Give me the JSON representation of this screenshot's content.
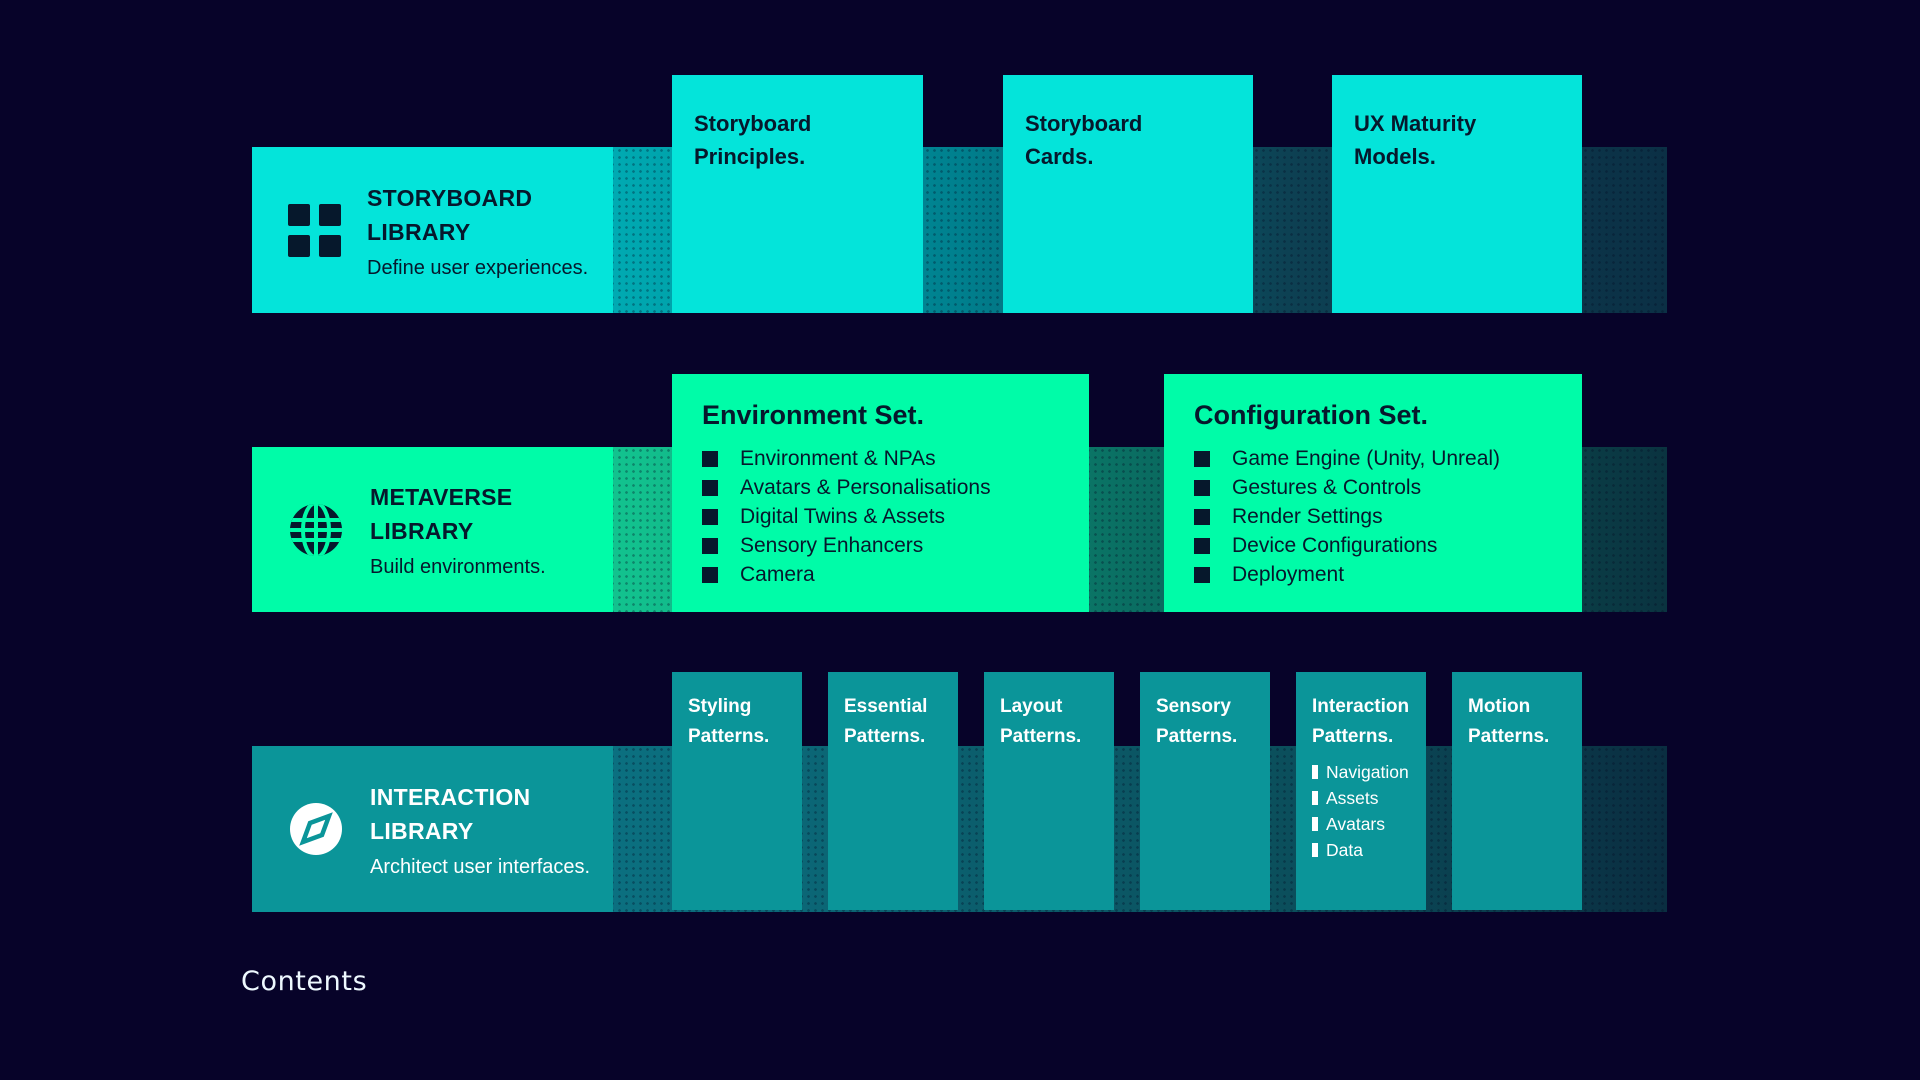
{
  "footer": {
    "label": "Contents"
  },
  "colors": {
    "background": "#070329",
    "cyan": "#04e4da",
    "green": "#00fca8",
    "teal": "#0b9599",
    "dark_text": "#06182c"
  },
  "rows": [
    {
      "name": "storyboard",
      "library": {
        "icon": "grid-icon",
        "title": "STORYBOARD\nLIBRARY",
        "subtitle": "Define user experiences."
      },
      "cards": [
        {
          "title": "Storyboard\nPrinciples."
        },
        {
          "title": "Storyboard\nCards."
        },
        {
          "title": "UX Maturity\nModels."
        }
      ]
    },
    {
      "name": "metaverse",
      "library": {
        "icon": "globe-icon",
        "title": "METAVERSE\nLIBRARY",
        "subtitle": "Build environments."
      },
      "cards": [
        {
          "title": "Environment Set.",
          "items": [
            "Environment & NPAs",
            "Avatars & Personalisations",
            "Digital Twins & Assets",
            "Sensory Enhancers",
            "Camera"
          ]
        },
        {
          "title": "Configuration Set.",
          "items": [
            "Game Engine (Unity, Unreal)",
            "Gestures & Controls",
            "Render Settings",
            "Device Configurations",
            "Deployment"
          ]
        }
      ]
    },
    {
      "name": "interaction",
      "library": {
        "icon": "compass-icon",
        "title": "INTERACTION\nLIBRARY",
        "subtitle": "Architect user interfaces."
      },
      "cards": [
        {
          "title": "Styling\nPatterns."
        },
        {
          "title": "Essential\nPatterns."
        },
        {
          "title": "Layout\nPatterns."
        },
        {
          "title": "Sensory\nPatterns."
        },
        {
          "title": "Interaction\nPatterns.",
          "items": [
            "Navigation",
            "Assets",
            "Avatars",
            "Data"
          ]
        },
        {
          "title": "Motion\nPatterns."
        }
      ]
    }
  ]
}
